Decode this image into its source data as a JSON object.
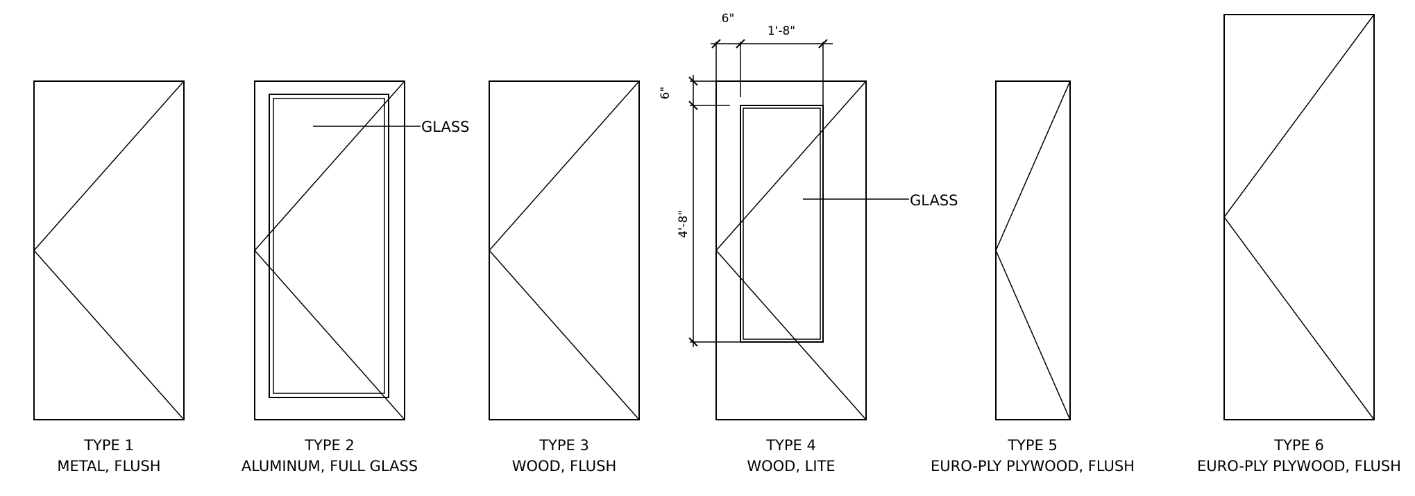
{
  "doors": [
    {
      "type": "TYPE 1",
      "desc": "METAL, FLUSH"
    },
    {
      "type": "TYPE 2",
      "desc": "ALUMINUM, FULL GLASS"
    },
    {
      "type": "TYPE 3",
      "desc": "WOOD, FLUSH"
    },
    {
      "type": "TYPE 4",
      "desc": "WOOD, LITE"
    },
    {
      "type": "TYPE 5",
      "desc": "EURO-PLY PLYWOOD, FLUSH"
    },
    {
      "type": "TYPE 6",
      "desc": "EURO-PLY PLYWOOD, FLUSH"
    }
  ],
  "notes": {
    "glass_2": "GLASS",
    "glass_4": "GLASS"
  },
  "dimensions": {
    "left_offset": "6\"",
    "lite_width": "1'-8\"",
    "top_offset": "6\"",
    "lite_height": "4'-8\""
  }
}
